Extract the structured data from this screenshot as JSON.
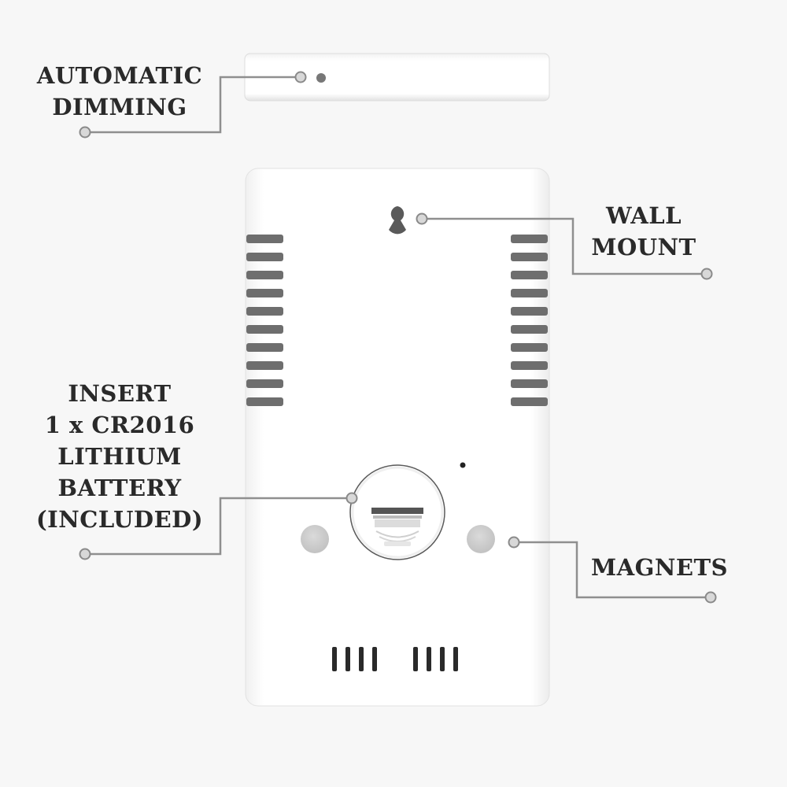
{
  "labels": {
    "automatic_dimming": [
      "AUTOMATIC",
      "DIMMING"
    ],
    "wall_mount": [
      "WALL",
      "MOUNT"
    ],
    "battery": [
      "INSERT",
      "1 x CR2016",
      "LITHIUM",
      "BATTERY",
      "(INCLUDED)"
    ],
    "magnets": [
      "MAGNETS"
    ]
  },
  "colors": {
    "background": "#f7f7f7",
    "device_body": "#ffffff",
    "vent_slots": "#6e6e6e",
    "callout_line": "#8f8f8f",
    "magnet_pad": "#d0d0d0",
    "label_text": "#2a2a2a"
  }
}
